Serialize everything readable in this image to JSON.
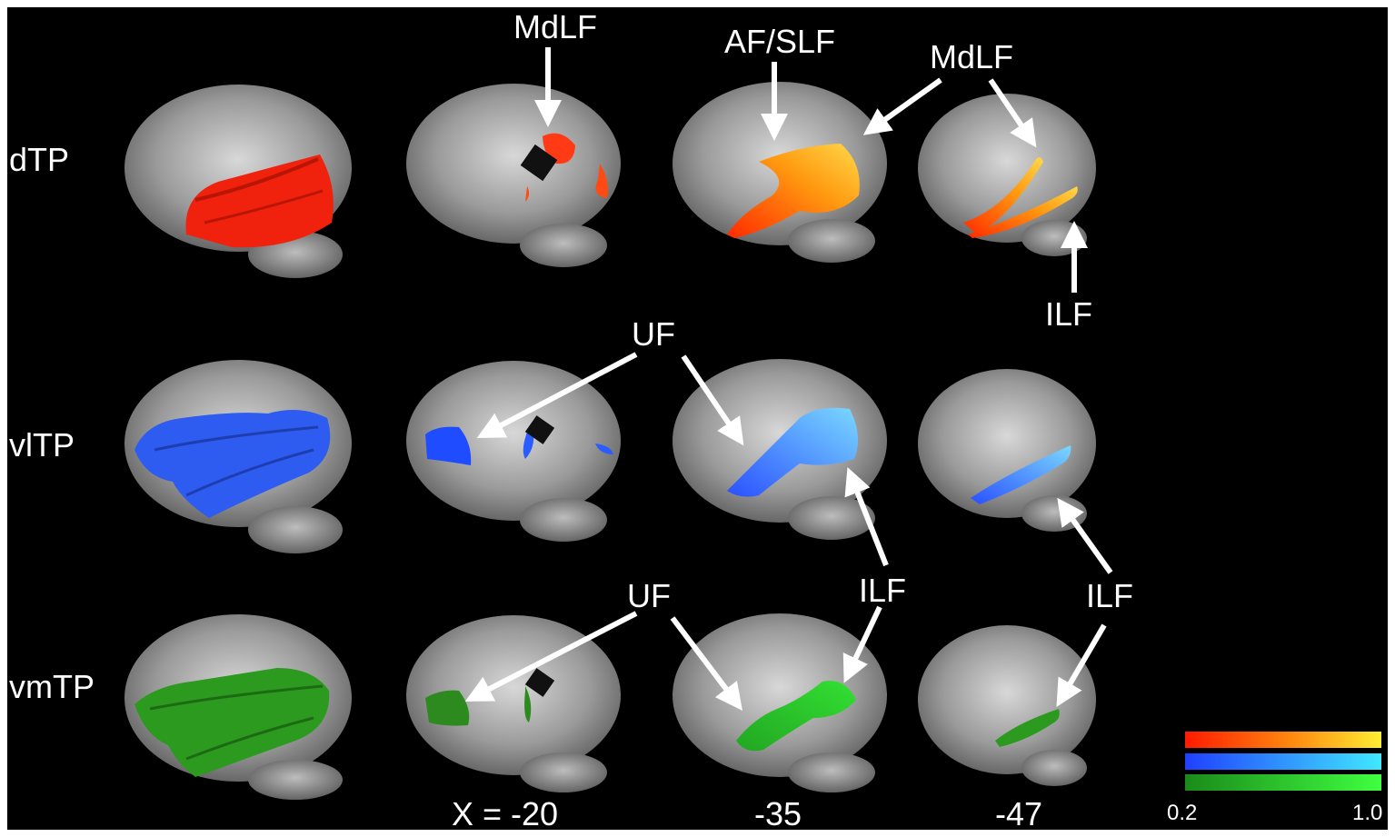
{
  "figure": {
    "row_labels": [
      "dTP",
      "vlTP",
      "vmTP"
    ],
    "coordinate_labels": [
      "X = -20",
      "-35",
      "-47"
    ],
    "tract_labels": {
      "mdlf_top": "MdLF",
      "af_slf": "AF/SLF",
      "mdlf_right": "MdLF",
      "ilf_row1": "ILF",
      "uf_row2": "UF",
      "ilf_row2_mid": "ILF",
      "uf_row3": "UF",
      "ilf_row3_mid": "ILF",
      "ilf_row3_right": "ILF"
    },
    "colorbar": {
      "min": "0.2",
      "max": "1.0",
      "gradients": [
        {
          "name": "red-yellow",
          "from": "#ff1a00",
          "to": "#ffee33"
        },
        {
          "name": "blue-cyan",
          "from": "#2040ff",
          "to": "#40e8ff"
        },
        {
          "name": "green-lightgreen",
          "from": "#1a8a1a",
          "to": "#40ff40"
        }
      ]
    },
    "colors": {
      "background": "#000000",
      "brain_gray": "#9a9a9a",
      "row1_fill": "#ff2a10",
      "row2_fill": "#2f5cf0",
      "row3_fill": "#2c9a1f"
    }
  }
}
